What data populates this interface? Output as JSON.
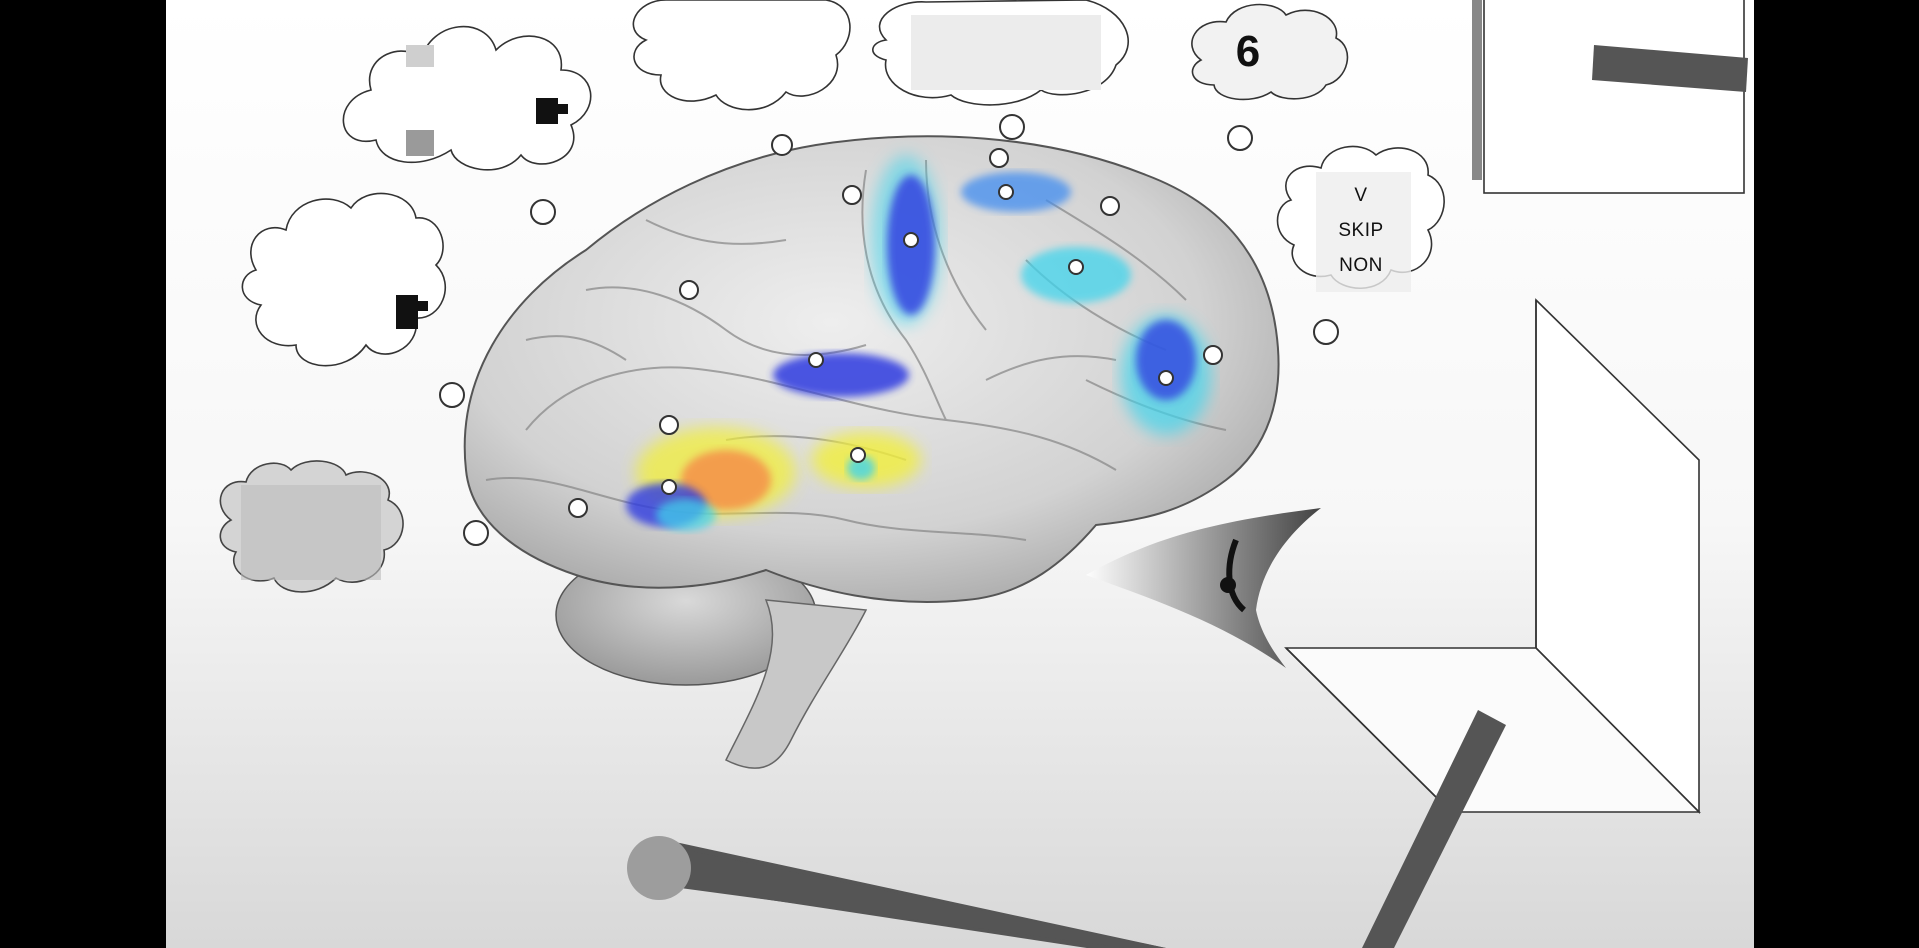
{
  "scene": {
    "count_display": "6",
    "options": [
      "V",
      "SKIP",
      "NON"
    ],
    "colors": {
      "background": "#ffffff",
      "letterbox": "#000000",
      "brain": "#dcdcdc",
      "activation_blue": "#2d3be0",
      "activation_cyan": "#3fd4ec",
      "activation_yellow": "#f2ef3b",
      "activation_orange": "#f5904a",
      "rod": "#555555"
    },
    "icons": [
      "thought-cloud",
      "eye-icon",
      "open-box",
      "electrode-dot"
    ]
  }
}
